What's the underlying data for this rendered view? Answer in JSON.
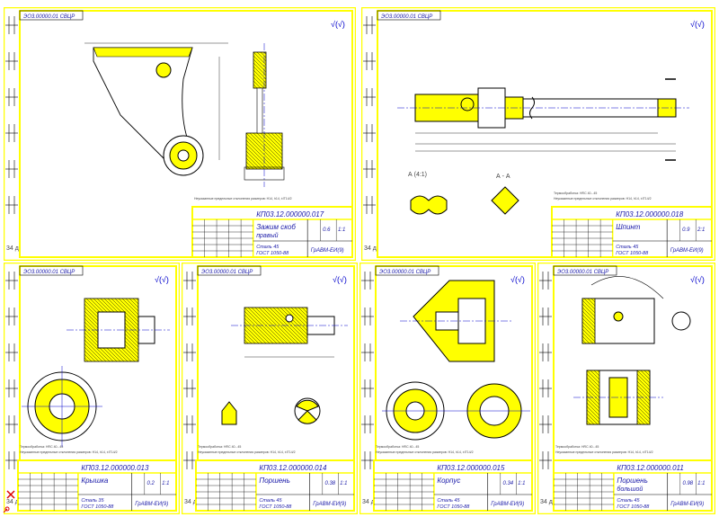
{
  "sheets": [
    {
      "corner_code": "ЭО3.00000.01 СВЦР",
      "doc_number": "КП03.12.000000.017",
      "part_name_1": "Зажим скоб",
      "part_name_2": "правый",
      "mat_1": "Сталь 45",
      "mat_2": "ГОСТ 1050-88",
      "mass": "0.6",
      "scale": "1:1",
      "org": "ГрАВМ-ЕИ(9)",
      "side": "34 д"
    },
    {
      "corner_code": "ЭО3.00000.01 СВЦР",
      "doc_number": "КП03.12.000000.018",
      "part_name_1": "Шпинт",
      "part_name_2": "",
      "mat_1": "Сталь 45",
      "mat_2": "ГОСТ 1050-88",
      "mass": "0.9",
      "scale": "2:1",
      "org": "ГрАВМ-ЕИ(9)",
      "side": "34 д"
    },
    {
      "corner_code": "ЭО3.00000.01 СВЦР",
      "doc_number": "КП03.12.000000.013",
      "part_name_1": "Крышка",
      "part_name_2": "",
      "mat_1": "Сталь 35",
      "mat_2": "ГОСТ 1050-88",
      "mass": "0.2",
      "scale": "1:1",
      "org": "ГрАВМ-ЕИ(9)",
      "side": "34 д"
    },
    {
      "corner_code": "ЭО3.00000.01 СВЦР",
      "doc_number": "КП03.12.000000.014",
      "part_name_1": "Поршень",
      "part_name_2": "",
      "mat_1": "Сталь 45",
      "mat_2": "ГОСТ 1050-88",
      "mass": "0.38",
      "scale": "1:1",
      "org": "ГрАВМ-ЕИ(9)",
      "side": "34 д"
    },
    {
      "corner_code": "ЭО3.00000.01 СВЦР",
      "doc_number": "КП03.12.000000.015",
      "part_name_1": "Корпус",
      "part_name_2": "",
      "mat_1": "Сталь 45",
      "mat_2": "ГОСТ 1050-88",
      "mass": "0.34",
      "scale": "1:1",
      "org": "ГрАВМ-ЕИ(9)",
      "side": "34 д"
    },
    {
      "corner_code": "ЭО3.00000.01 СВЦР",
      "doc_number": "КП03.12.000000.011",
      "part_name_1": "Поршень",
      "part_name_2": "большой",
      "mat_1": "Сталь 45",
      "mat_2": "ГОСТ 1050-88",
      "mass": "0.98",
      "scale": "1:1",
      "org": "ГрАВМ-ЕИ(9)",
      "side": "34 д"
    }
  ],
  "annotations": {
    "roughness": "√(√)",
    "section_a": "А - А",
    "view_a": "А (4:1)",
    "note_1": "Неуказанные предельные отклонения размеров: H14, h14, ±IT14/2",
    "note_2": "Термообработка: HRC 40...45"
  },
  "colors": {
    "frame": "#ffff00",
    "line": "#000000",
    "hatch": "#ffff00",
    "dim_blue": "#0000cc"
  }
}
